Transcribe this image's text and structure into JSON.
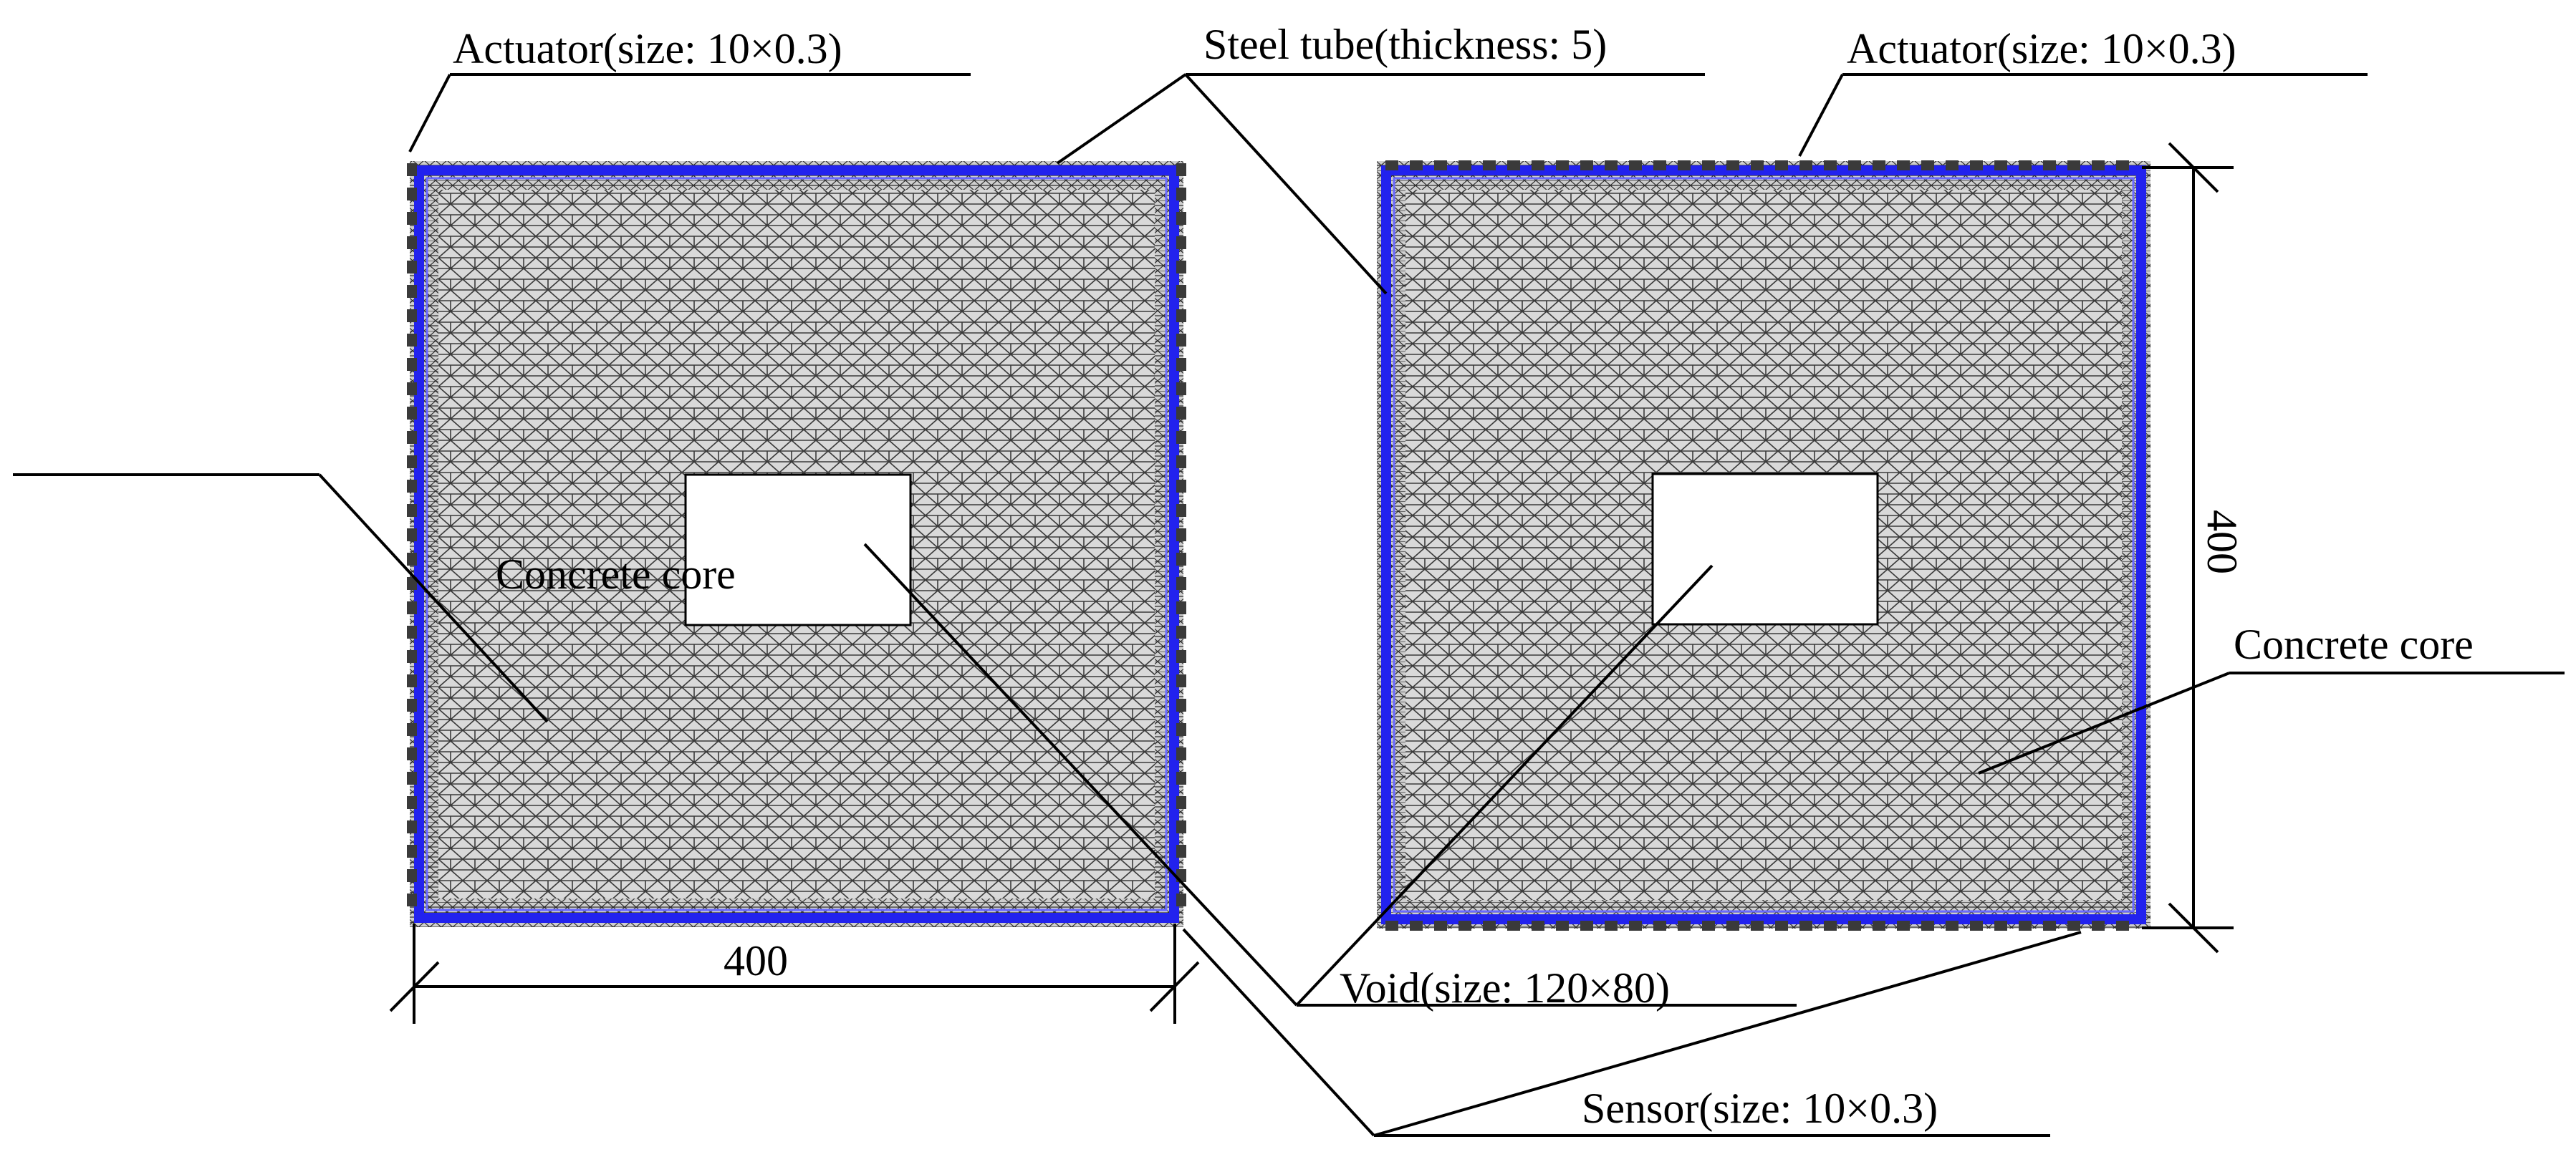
{
  "figure": {
    "left_panel": {
      "actuator_label": "Actuator(size: 10×0.3)",
      "concrete_label": "Concrete core",
      "dimension_label": "400"
    },
    "right_panel": {
      "actuator_label": "Actuator(size: 10×0.3)",
      "concrete_label": "Concrete core",
      "dimension_label": "400"
    },
    "shared": {
      "steel_tube_label": "Steel tube(thickness: 5)",
      "void_label": "Void(size: 120×80)",
      "sensor_label": "Sensor(size: 10×0.3)"
    },
    "colors": {
      "steel_tube": "#2222ee",
      "concrete_mesh": "#d9d9d9",
      "mesh_lines": "#000000",
      "void": "#ffffff",
      "pzt": "#3a3a3a"
    }
  }
}
